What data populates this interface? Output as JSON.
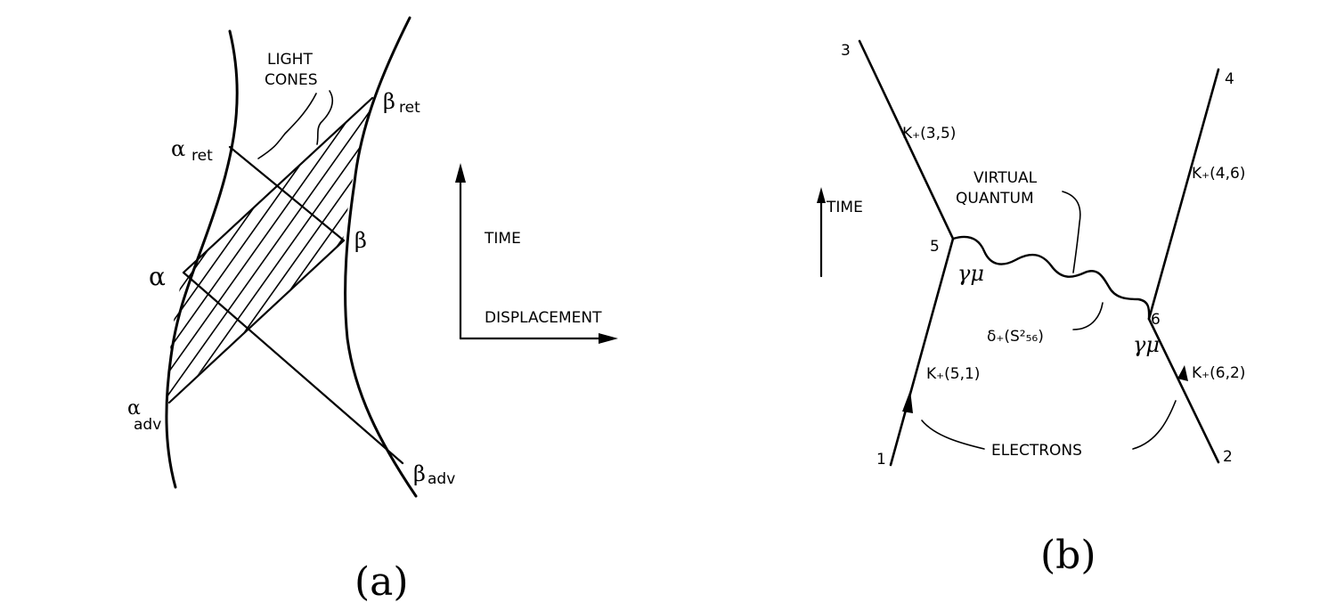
{
  "panel_a": {
    "caption": "(a)",
    "light_cones_label": [
      "LIGHT",
      "CONES"
    ],
    "alpha": "α",
    "alpha_ret": {
      "sym": "α",
      "sub": "ret"
    },
    "alpha_adv": {
      "sym": "α",
      "sub": "adv"
    },
    "beta": "β",
    "beta_ret": {
      "sym": "β",
      "sub": "ret"
    },
    "beta_adv": {
      "sym": "β",
      "sub": "adv"
    },
    "time_label": "TIME",
    "displacement_label": "DISPLACEMENT"
  },
  "panel_b": {
    "caption": "(b)",
    "time_label": "TIME",
    "virtual_quantum_label": [
      "VIRTUAL",
      "QUANTUM"
    ],
    "electrons_label": "ELECTRONS",
    "vertex_5": "5",
    "vertex_6": "6",
    "point_1": "1",
    "point_2": "2",
    "point_3": "3",
    "point_4": "4",
    "k35": "K₊(3,5)",
    "k46": "K₊(4,6)",
    "k51": "K₊(5,1)",
    "k62": "K₊(6,2)",
    "gamma_mu": "γμ",
    "delta": "δ₊(S²₅₆)"
  }
}
